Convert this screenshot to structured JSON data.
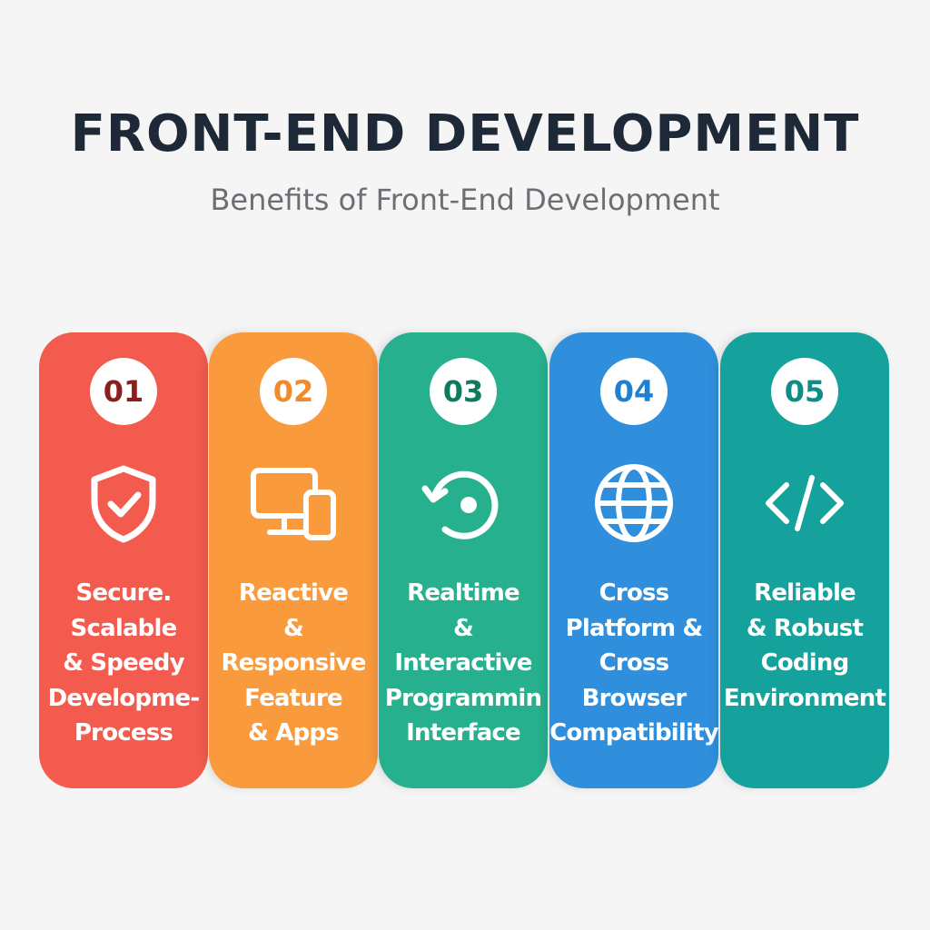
{
  "header": {
    "title": "FRONT-END DEVELOPMENT",
    "subtitle": "Benefits of Front-End Development"
  },
  "cards": [
    {
      "number": "01",
      "icon": "shield-check-icon",
      "color": "#f25b4e",
      "number_color": "#8a1f1b",
      "lines": [
        "Secure.",
        "Scalable",
        "& Speedy",
        "Developme-",
        "Process"
      ]
    },
    {
      "number": "02",
      "icon": "monitor-mobile-icon",
      "color": "#f99a3c",
      "number_color": "#f28a2a",
      "lines": [
        "Reactive",
        "&",
        "Responsive",
        "Feature",
        "& Apps"
      ]
    },
    {
      "number": "03",
      "icon": "refresh-target-icon",
      "color": "#26b08e",
      "number_color": "#0e7a5e",
      "lines": [
        "Realtime",
        "&",
        "Interactive",
        "Programmin",
        "Interface"
      ]
    },
    {
      "number": "04",
      "icon": "globe-icon",
      "color": "#2f8fdc",
      "number_color": "#1f7fd1",
      "lines": [
        "Cross",
        "Platform &",
        "Cross",
        "Browser",
        "Compatibility"
      ]
    },
    {
      "number": "05",
      "icon": "code-icon",
      "color": "#16a29c",
      "number_color": "#0f8c86",
      "lines": [
        "Reliable",
        "& Robust",
        "Coding",
        "Environment"
      ]
    }
  ]
}
